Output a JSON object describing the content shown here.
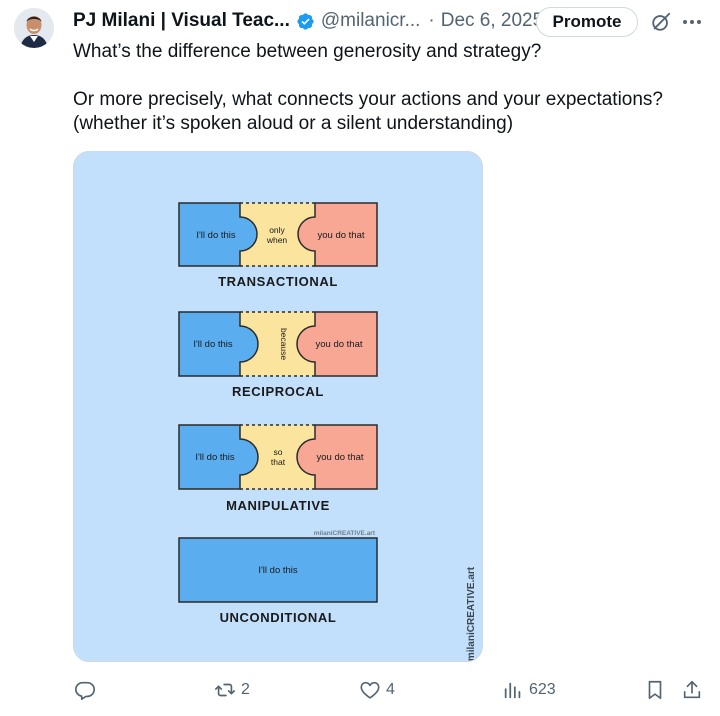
{
  "post": {
    "author_name": "PJ Milani | Visual Teac...",
    "handle": "@milanicr...",
    "separator": "·",
    "date": "Dec 6, 2025",
    "promote_label": "Promote",
    "text_line1": "What’s the difference between generosity and strategy?",
    "text_line2": "Or more precisely, what connects your actions and your expectations?",
    "text_line3": "(whether it’s spoken aloud or a silent understanding)"
  },
  "image": {
    "rows": [
      {
        "left": "I'll do this",
        "middle": [
          "only",
          "when"
        ],
        "right": "you do that",
        "caption": "TRANSACTIONAL"
      },
      {
        "left": "I'll do this",
        "middle": [
          "because"
        ],
        "right": "you do that",
        "caption": "RECIPROCAL"
      },
      {
        "left": "I'll do this",
        "middle": [
          "so",
          "that"
        ],
        "right": "you do that",
        "caption": "MANIPULATIVE"
      }
    ],
    "unconditional_text": "I'll do this",
    "unconditional_caption": "UNCONDITIONAL",
    "watermark_small": "milaniCREATIVE.art",
    "watermark_vertical": "milaniCREATIVE.art",
    "colors": {
      "background": "#c2e0fb",
      "blue": "#5aaef0",
      "yellow": "#fbe49e",
      "salmon": "#f7a794",
      "stroke": "#2b2b2b"
    }
  },
  "actions": {
    "replies_count": "",
    "reposts_count": "2",
    "likes_count": "4",
    "views_count": "623"
  },
  "icons": [
    "reply-icon",
    "repost-icon",
    "like-icon",
    "views-icon",
    "bookmark-icon",
    "share-icon",
    "verified-badge-icon",
    "grok-icon",
    "more-icon"
  ]
}
